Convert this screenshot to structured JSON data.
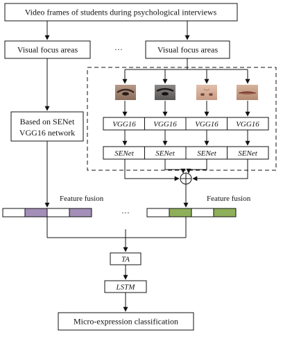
{
  "diagram": {
    "top_box": "Video frames of students during psychological interviews",
    "focus_left": "Visual focus areas",
    "focus_right": "Visual focus areas",
    "ellipsis_top": "···",
    "senet_line1": "Based on SENet",
    "senet_line2": "VGG16 network",
    "vgg_label": "VGG16",
    "senet_label": "SENet",
    "feature_fusion_left": "Feature fusion",
    "feature_fusion_right": "Feature fusion",
    "ellipsis_mid": "···",
    "ta_label": "TA",
    "lstm_label": "LSTM",
    "final_box": "Micro-expression classification",
    "face_crops": [
      "eye-crop",
      "eye-crop",
      "nose-crop",
      "mouth-crop"
    ],
    "colors": {
      "left_feature_segment": "#a38fb8",
      "right_feature_segment": "#8fb05a",
      "line": "#111111"
    }
  }
}
